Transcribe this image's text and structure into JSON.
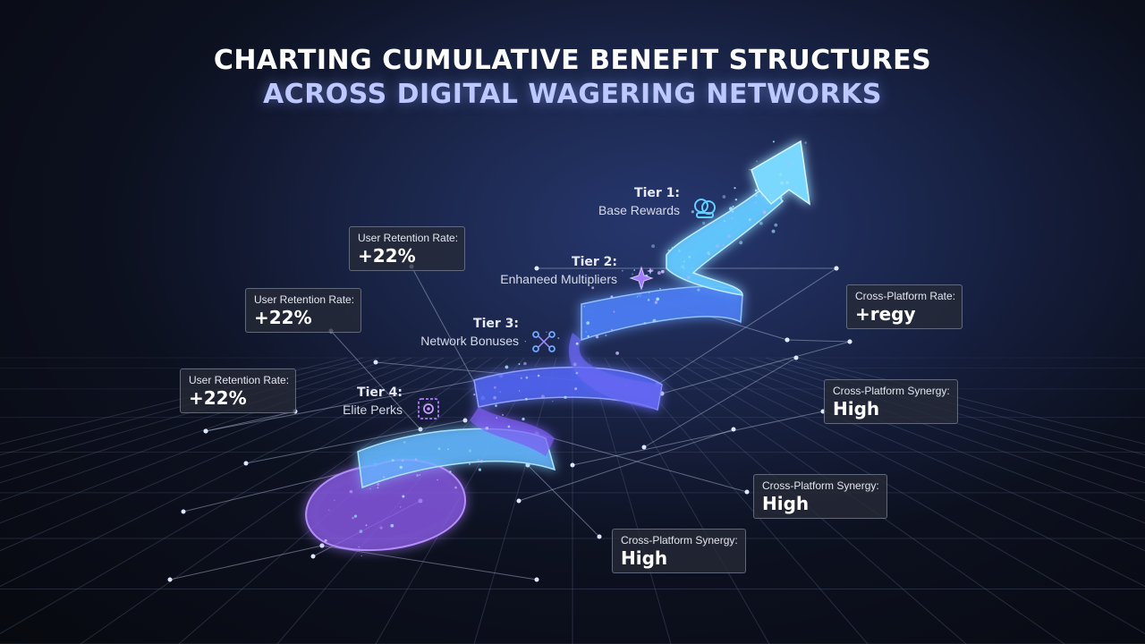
{
  "title": {
    "line1": "CHARTING CUMULATIVE BENEFIT STRUCTURES",
    "line2": "ACROSS DIGITAL WAGERING NETWORKS"
  },
  "tiers": [
    {
      "name": "Tier 1:",
      "desc": "Base Rewards",
      "icon": "coins-icon"
    },
    {
      "name": "Tier 2:",
      "desc": "Enhaneed Multipliers",
      "icon": "sparkle-icon"
    },
    {
      "name": "Tier 3:",
      "desc": "Network Bonuses",
      "icon": "network-nodes-icon"
    },
    {
      "name": "Tier 4:",
      "desc": "Elite Perks",
      "icon": "gift-icon"
    }
  ],
  "cards": [
    {
      "label": "User Retention Rate:",
      "value": "+22%"
    },
    {
      "label": "User Retention Rate:",
      "value": "+22%"
    },
    {
      "label": "User Retention Rate:",
      "value": "+22%"
    },
    {
      "label": "Cross-Platform Rate:",
      "value": "+regy"
    },
    {
      "label": "Cross-Platform Synergy:",
      "value": "High"
    },
    {
      "label": "Cross-Platform Synergy:",
      "value": "High"
    },
    {
      "label": "Cross-Platform Synergy:",
      "value": "High"
    }
  ],
  "colors": {
    "ribbon_top": "#6fd3ff",
    "ribbon_mid": "#4a6cf5",
    "ribbon_low": "#9a5cf0",
    "accent_title": "#bcc8ff"
  }
}
